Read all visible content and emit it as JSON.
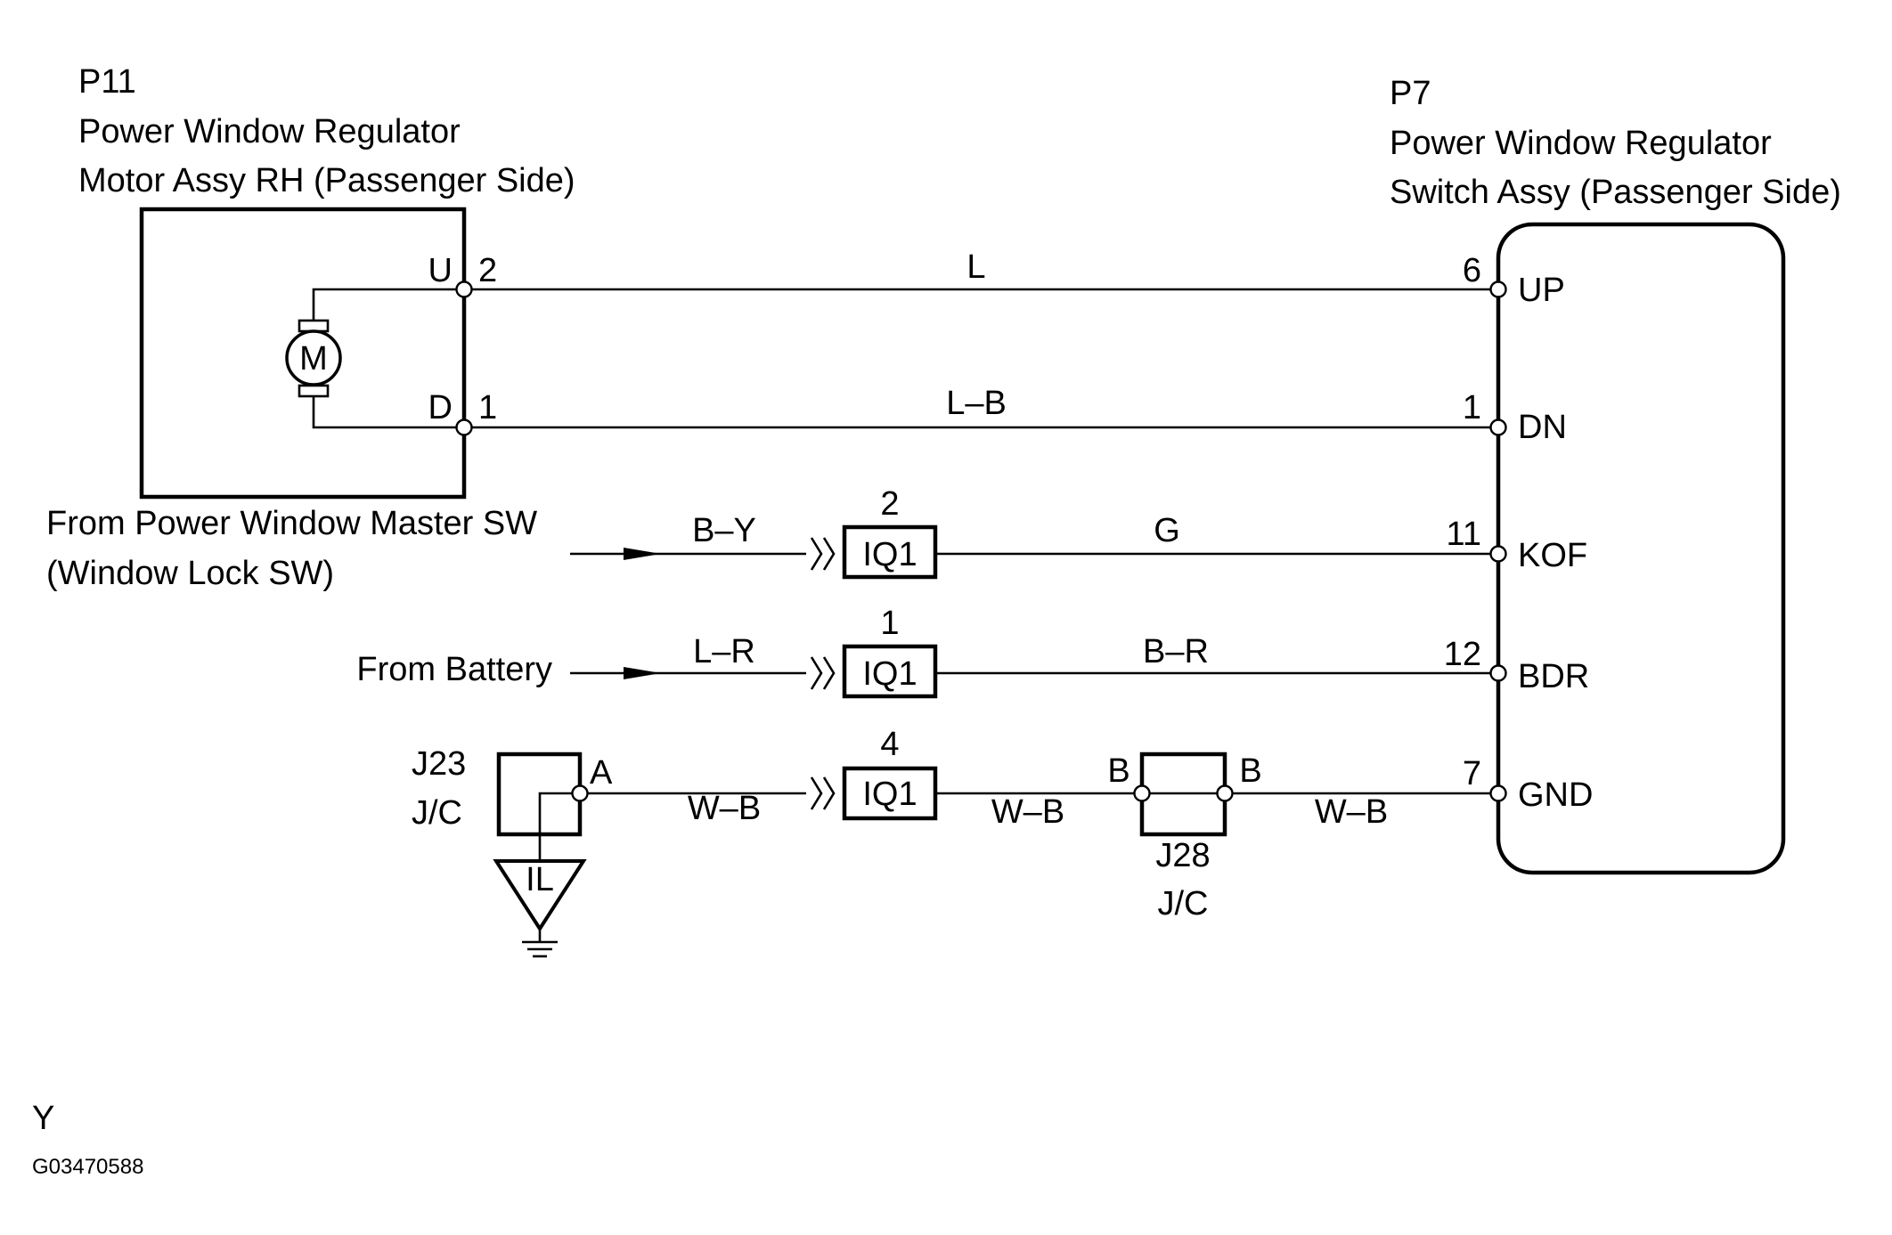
{
  "motor": {
    "code": "P11",
    "name_line1": "Power Window Regulator",
    "name_line2": "Motor Assy RH (Passenger Side)",
    "symbol": "M",
    "pins": [
      {
        "name": "U",
        "number": "2"
      },
      {
        "name": "D",
        "number": "1"
      }
    ]
  },
  "switch": {
    "code": "P7",
    "name_line1": "Power Window Regulator",
    "name_line2": "Switch Assy (Passenger Side)",
    "pins": [
      {
        "number": "6",
        "name": "UP"
      },
      {
        "number": "1",
        "name": "DN"
      },
      {
        "number": "11",
        "name": "KOF"
      },
      {
        "number": "12",
        "name": "BDR"
      },
      {
        "number": "7",
        "name": "GND"
      }
    ]
  },
  "wires": {
    "up": "L",
    "dn": "L–B",
    "kof_in": "B–Y",
    "kof_out": "G",
    "bdr_in": "L–R",
    "bdr_out": "B–R",
    "gnd_a": "W–B",
    "gnd_b": "W–B",
    "gnd_c": "W–B"
  },
  "sources": {
    "master_line1": "From Power Window Master SW",
    "master_line2": "(Window Lock SW)",
    "battery": "From Battery"
  },
  "connectors": [
    {
      "id": "IQ1",
      "pin": "2"
    },
    {
      "id": "IQ1",
      "pin": "1"
    },
    {
      "id": "IQ1",
      "pin": "4"
    }
  ],
  "junctions": {
    "j23_code": "J23",
    "j23_type": "J/C",
    "j23_pin": "A",
    "ground_label": "IL",
    "j28_code": "J28",
    "j28_type": "J/C",
    "j28_pin_left": "B",
    "j28_pin_right": "B"
  },
  "footer": {
    "letter": "Y",
    "figure_id": "G03470588"
  }
}
